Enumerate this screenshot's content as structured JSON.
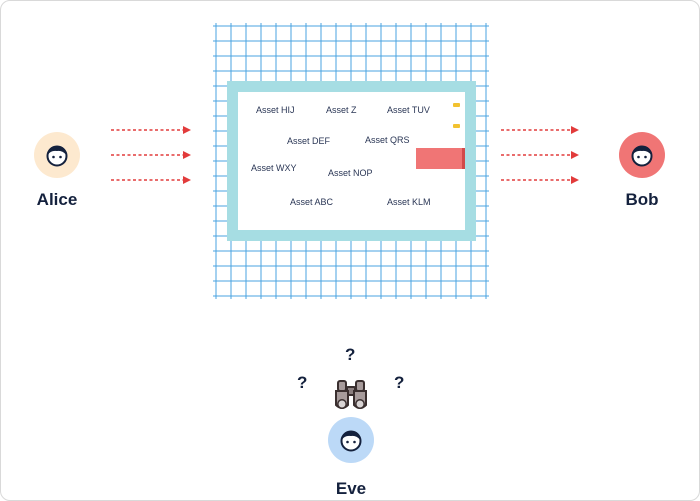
{
  "colors": {
    "grid": "#4aa3e0",
    "vault": "#a6dde3",
    "arrow": "#e23b3b",
    "red_tab": "#f07575",
    "alice_bg": "#fde9cf",
    "bob_bg": "#f07575",
    "eve_bg": "#bcd9f7",
    "text_dark": "#14213d"
  },
  "people": {
    "alice": {
      "name": "Alice",
      "icon": "person-face-icon"
    },
    "bob": {
      "name": "Bob",
      "icon": "person-face-icon"
    },
    "eve": {
      "name": "Eve",
      "icon": "person-face-icon"
    }
  },
  "vault": {
    "assets": [
      "Asset HIJ",
      "Asset Z",
      "Asset TUV",
      "Asset DEF",
      "Asset QRS",
      "Asset WXY",
      "Asset NOP",
      "Asset ABC",
      "Asset KLM"
    ]
  },
  "eve_tools": {
    "icon": "binoculars-icon"
  },
  "question_marks": [
    "?",
    "?",
    "?"
  ]
}
